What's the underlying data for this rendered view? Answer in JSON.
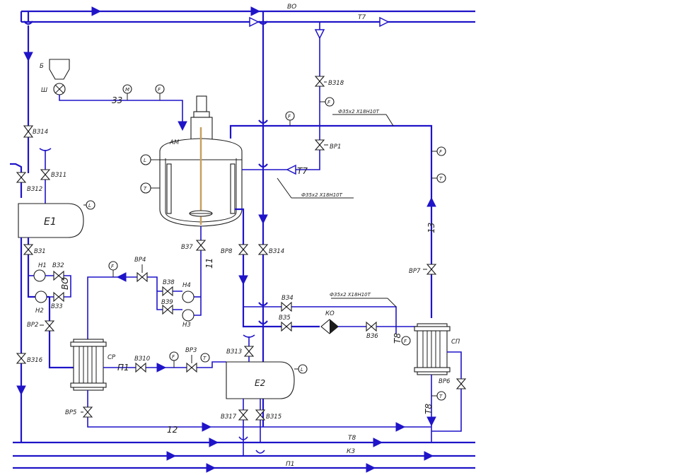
{
  "streams": {
    "vo": "ВО",
    "t7_top": "Т7",
    "t7_reactor": "Т7",
    "t8_line": "Т8",
    "k3": "К3",
    "p1_bottom": "П1",
    "n12": "12",
    "n13": "13",
    "n33": "33",
    "n11": "11",
    "p1_mid": "П1",
    "t8_cooler": "Т8",
    "t8_bottom": "Т8",
    "vo_pumps": "ВО"
  },
  "equipment": {
    "reactor": "АМ",
    "tank_e1": "Е1",
    "tank_e2": "Е2",
    "bunker": "Б",
    "feeder": "Ш",
    "cooler_sr": "СР",
    "cooler_sp": "СП",
    "pump_n1": "Н1",
    "pump_n2": "Н2",
    "pump_n3": "Н3",
    "pump_n4": "Н4",
    "filter_ko": "КО"
  },
  "valves": {
    "v318": "ВЗ18",
    "vr1": "ВР1",
    "v314_left": "ВЗ14",
    "v312": "ВЗ12",
    "v311": "ВЗ11",
    "v31": "ВЗ1",
    "v32": "ВЗ2",
    "v33": "ВЗ3",
    "vr2": "ВР2",
    "v316": "ВЗ16",
    "vr5": "ВР5",
    "vr4": "ВР4",
    "v38": "ВЗ8",
    "v39": "ВЗ9",
    "v37": "ВЗ7",
    "vr8": "ВР8",
    "v314_mid": "ВЗ14",
    "v34": "ВЗ4",
    "v35": "ВЗ5",
    "v36": "ВЗ6",
    "v310": "ВЗ10",
    "vr3": "ВР3",
    "v313": "ВЗ13",
    "v317": "ВЗ17",
    "v315": "ВЗ15",
    "vr7": "ВР7",
    "vr6": "ВР6"
  },
  "instruments": {
    "F": "F",
    "T": "T",
    "L": "L",
    "M": "M"
  },
  "pipe_specs": {
    "spec_top": "Ф35х2 Х18Н10Т",
    "spec_reactor": "Ф35х2 Х18Н10Т",
    "spec_filter": "Ф35х2 Х18Н10Т"
  }
}
